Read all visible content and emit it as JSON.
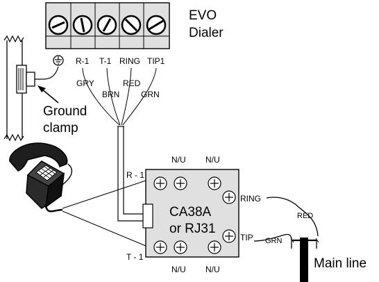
{
  "title": {
    "line1": "EVO",
    "line2": "Dialer"
  },
  "terminal_labels": [
    "R-1",
    "T-1",
    "RING",
    "TIP1"
  ],
  "wire_colors": [
    "GRY",
    "BRN",
    "RED",
    "GRN"
  ],
  "ground_clamp": {
    "line1": "Ground",
    "line2": "clamp"
  },
  "module": {
    "line1": "CA38A",
    "line2": "or RJ31"
  },
  "nu_label": "N/U",
  "side_labels": {
    "r1": "R - 1",
    "t1": "T - 1",
    "ring": "RING",
    "tip": "TIP"
  },
  "main_line": {
    "label": "Main line",
    "red": "RED",
    "grn": "GRN"
  }
}
